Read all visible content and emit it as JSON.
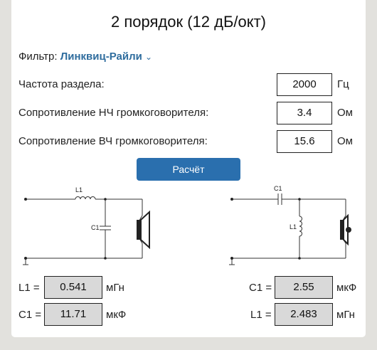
{
  "title": "2 порядок (12 дБ/окт)",
  "filter": {
    "label": "Фильтр:",
    "value": "Линквиц-Райли",
    "chevron_icon": "chevron-down-icon"
  },
  "inputs": [
    {
      "label": "Частота раздела:",
      "value": "2000",
      "unit": "Гц"
    },
    {
      "label": "Сопротивление НЧ громкоговорителя:",
      "value": "3.4",
      "unit": "Ом"
    },
    {
      "label": "Сопротивление ВЧ громкоговорителя:",
      "value": "15.6",
      "unit": "Ом"
    }
  ],
  "calc_button": "Расчёт",
  "lowpass": {
    "schematic": {
      "l_label": "L1",
      "c_label": "C1"
    },
    "results": [
      {
        "label": "L1 =",
        "value": "0.541",
        "unit": "мГн"
      },
      {
        "label": "C1 =",
        "value": "11.71",
        "unit": "мкФ"
      }
    ]
  },
  "highpass": {
    "schematic": {
      "c_label": "C1",
      "l_label": "L1"
    },
    "results": [
      {
        "label": "C1 =",
        "value": "2.55",
        "unit": "мкФ"
      },
      {
        "label": "L1 =",
        "value": "2.483",
        "unit": "мГн"
      }
    ]
  }
}
